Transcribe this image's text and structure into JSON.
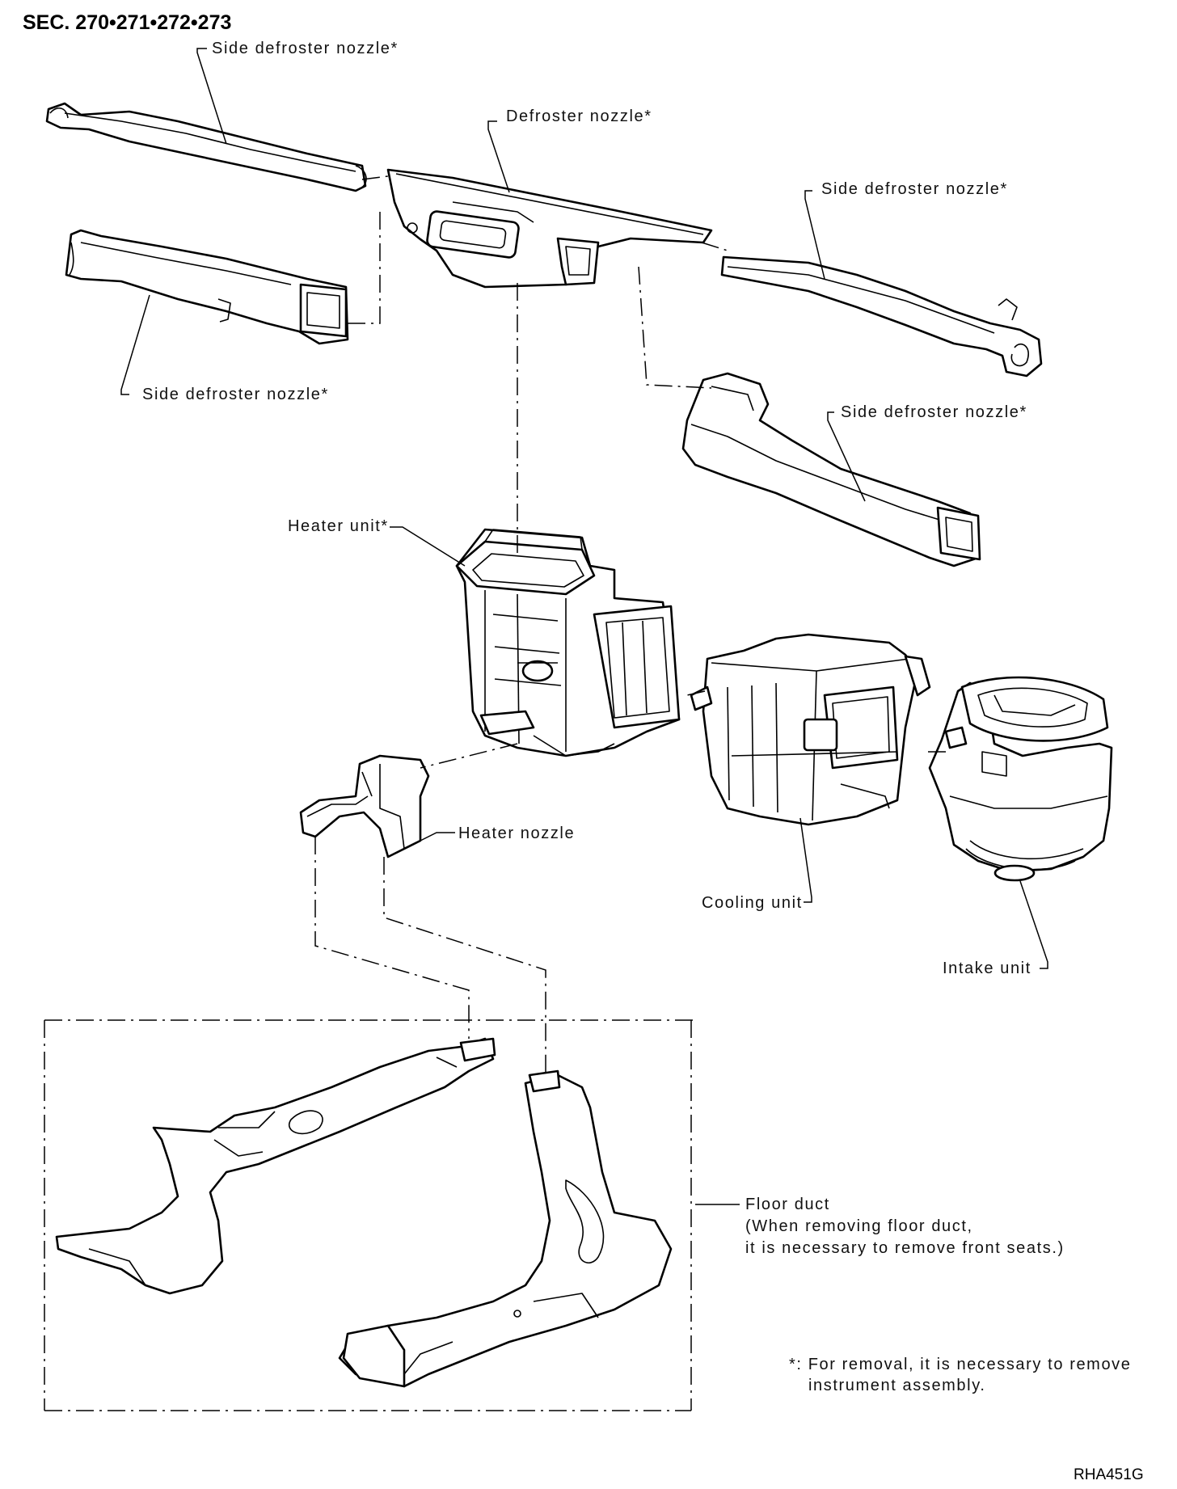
{
  "header": {
    "section": "SEC. 270•271•272•273"
  },
  "labels": {
    "side_defroster_top_left": "Side defroster nozzle*",
    "defroster_nozzle": "Defroster nozzle*",
    "side_defroster_top_right": "Side defroster nozzle*",
    "side_defroster_left_lower": "Side defroster nozzle*",
    "side_defroster_right_lower": "Side defroster nozzle*",
    "heater_unit": "Heater unit*",
    "heater_nozzle": "Heater nozzle",
    "cooling_unit": "Cooling unit",
    "intake_unit": "Intake unit",
    "floor_duct_line1": "Floor duct",
    "floor_duct_line2": "(When removing floor duct,",
    "floor_duct_line3": "it is necessary to remove front seats.)"
  },
  "note": {
    "line1": "*: For removal, it is necessary to remove",
    "line2": "instrument assembly."
  },
  "figure_code": "RHA451G"
}
